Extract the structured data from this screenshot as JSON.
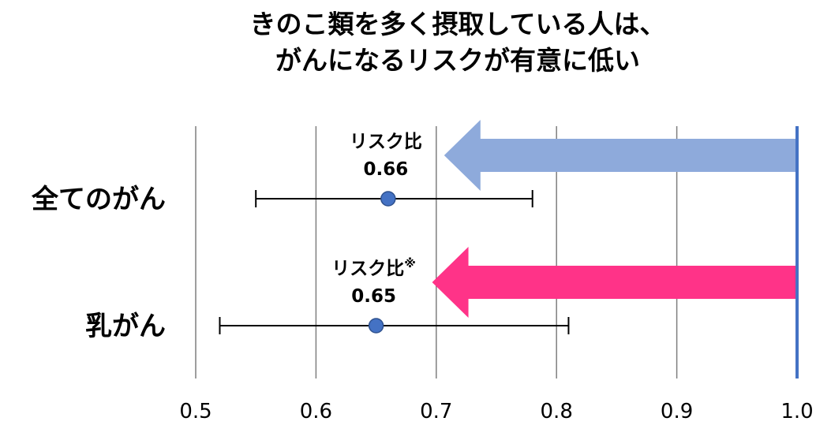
{
  "chart_data": {
    "type": "forest",
    "title_lines": [
      "きのこ類を多く摂取している人は、",
      "がんになるリスクが有意に低い"
    ],
    "xlim": [
      0.5,
      1.0
    ],
    "xticks": [
      "0.5",
      "0.6",
      "0.7",
      "0.8",
      "0.9",
      "1.0"
    ],
    "grid": true,
    "reference_value": 1.0,
    "rows": [
      {
        "category": "全てのがん",
        "estimate": 0.66,
        "ci": [
          0.55,
          0.78
        ],
        "label_line1": "リスク比",
        "label_mark": "",
        "label_line2": "0.66",
        "arrow_from": 1.0,
        "arrow_to": 0.7,
        "arrow_color": "#8eaadb"
      },
      {
        "category": "乳がん",
        "estimate": 0.65,
        "ci": [
          0.52,
          0.81
        ],
        "label_line1": "リスク比",
        "label_mark": "※",
        "label_line2": "0.65",
        "arrow_from": 1.0,
        "arrow_to": 0.69,
        "arrow_color": "#ff3388"
      }
    ],
    "colors": {
      "point": "#4472c4",
      "reference_line": "#4472c4",
      "grid": "#7f7f7f",
      "ci": "#000000"
    }
  }
}
